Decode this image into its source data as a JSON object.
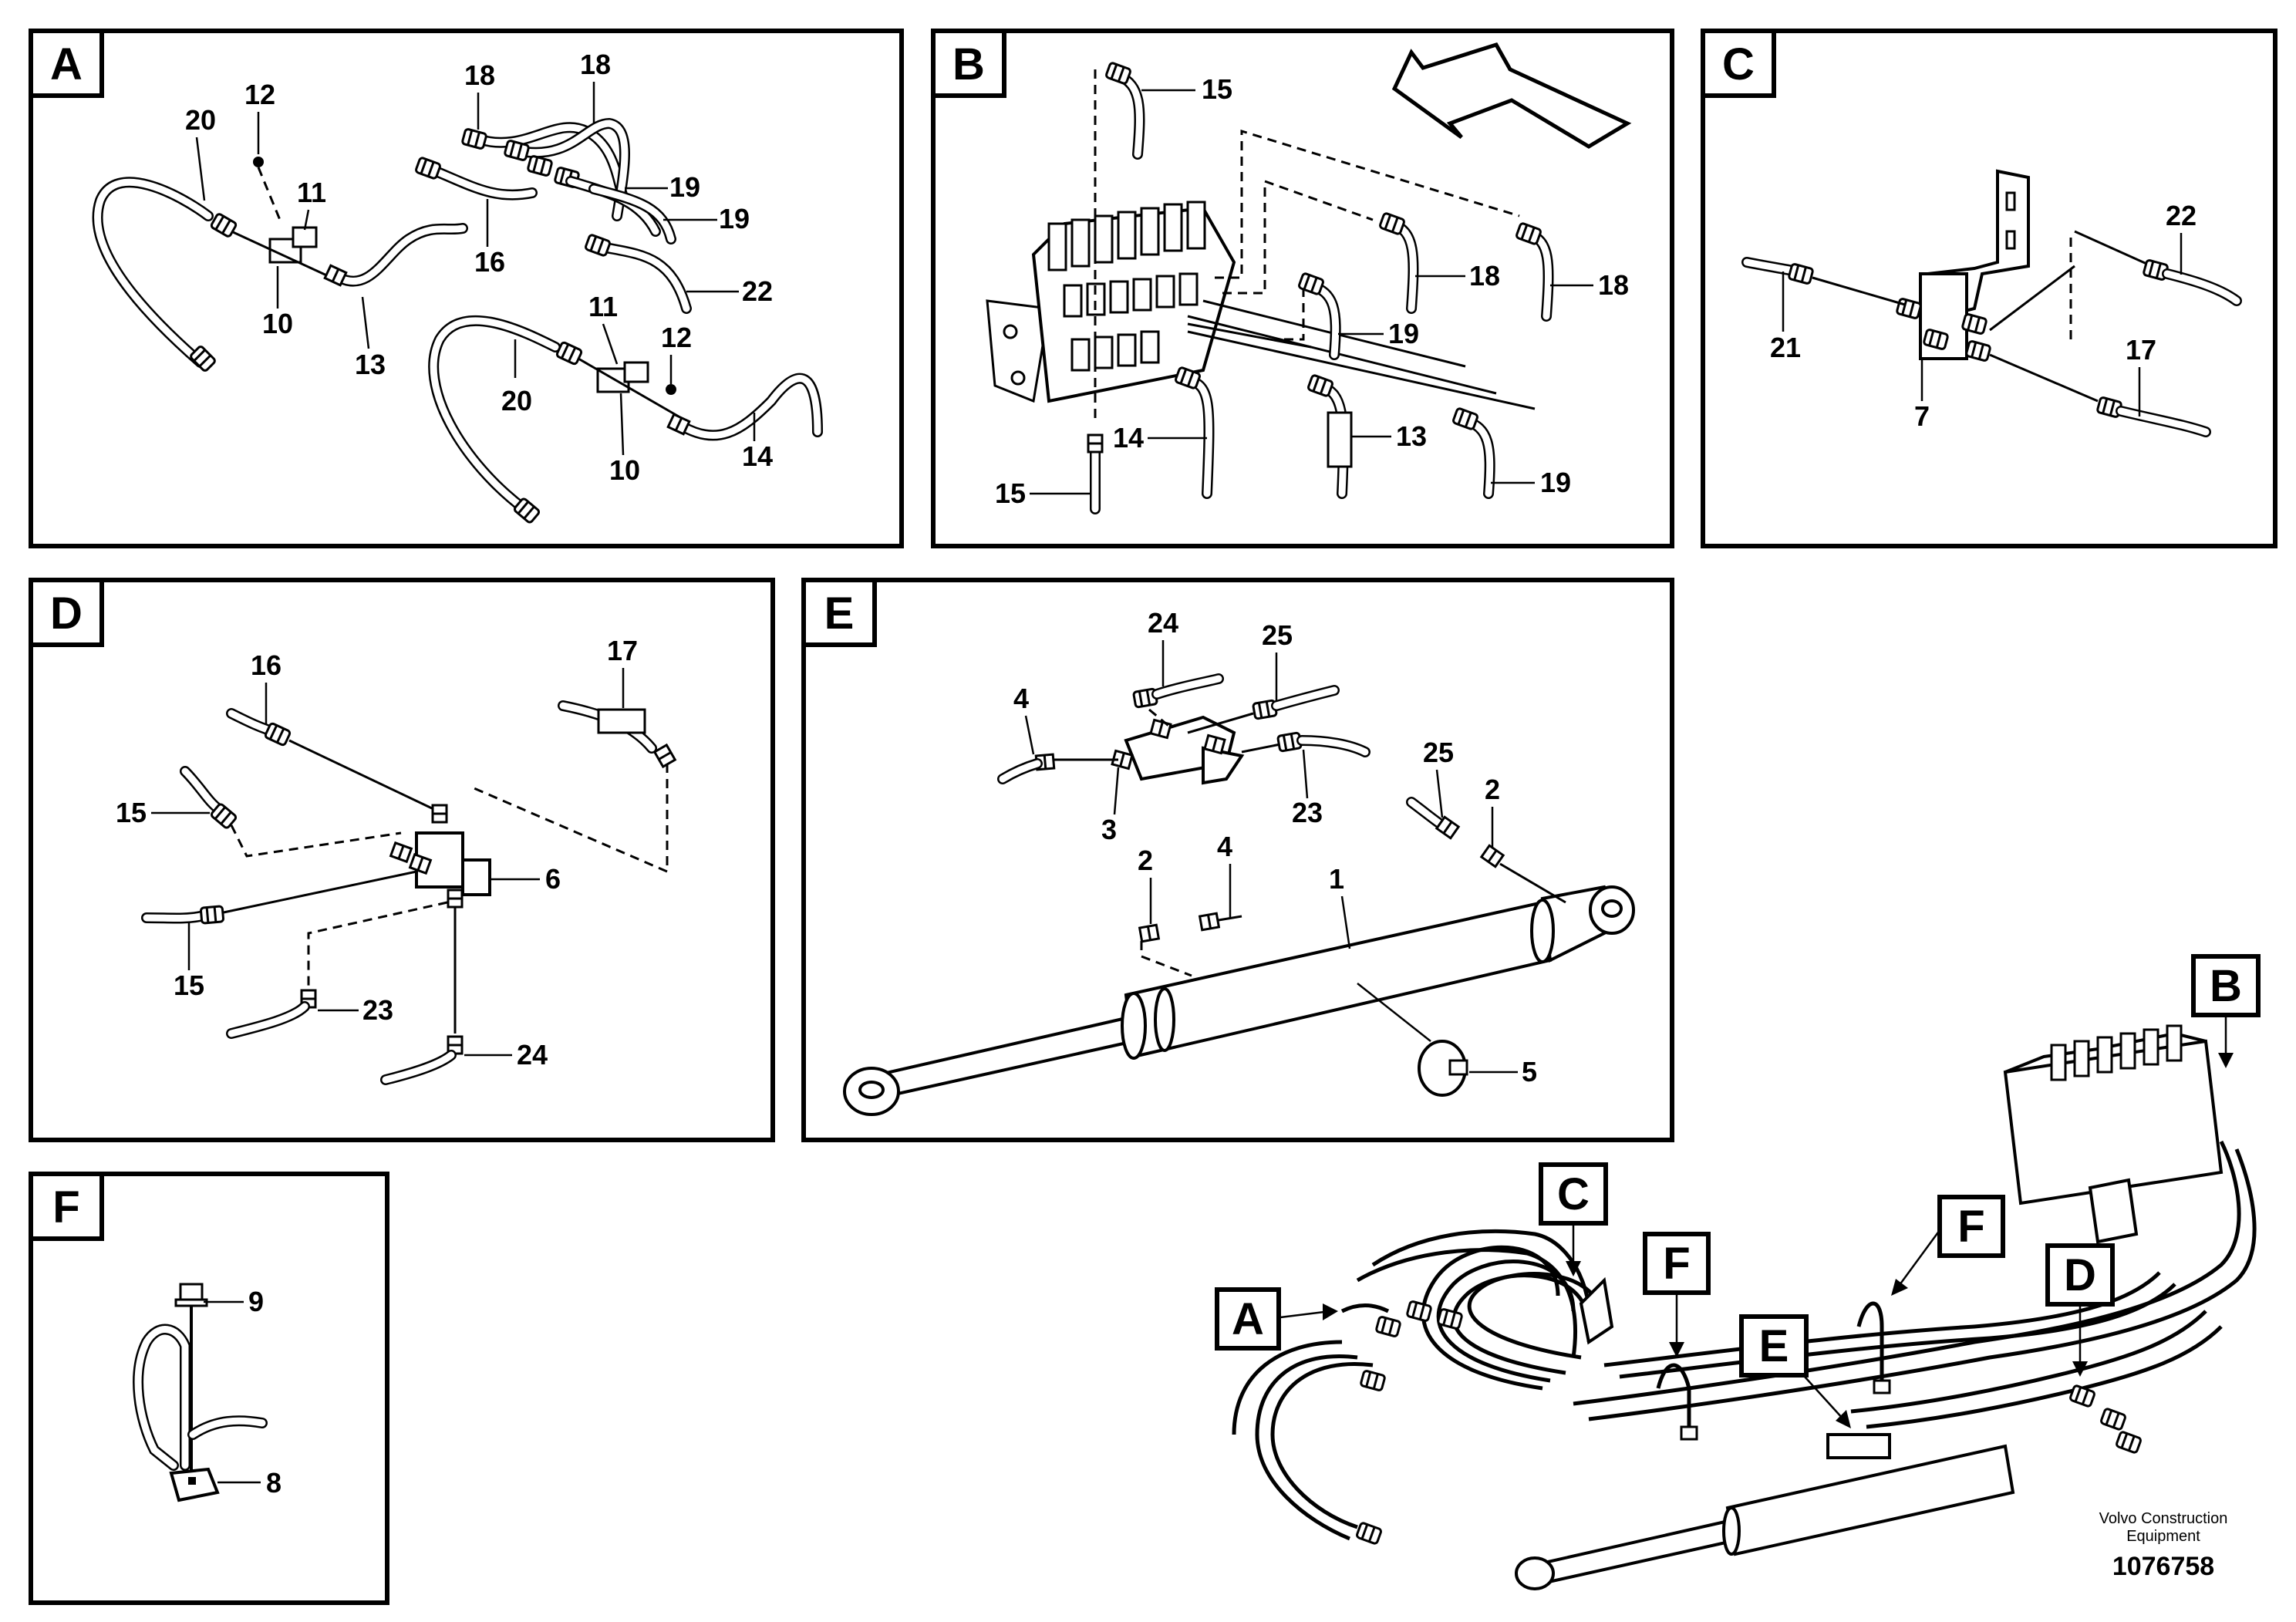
{
  "panels": {
    "A": {
      "letter": "A",
      "callouts": [
        "20",
        "12",
        "11",
        "10",
        "13",
        "18",
        "18",
        "19",
        "19",
        "16",
        "22",
        "11",
        "12",
        "20",
        "10",
        "14"
      ]
    },
    "B": {
      "letter": "B",
      "callouts": [
        "15",
        "18",
        "18",
        "19",
        "13",
        "14",
        "15",
        "19"
      ]
    },
    "C": {
      "letter": "C",
      "callouts": [
        "22",
        "21",
        "17",
        "7"
      ]
    },
    "D": {
      "letter": "D",
      "callouts": [
        "16",
        "17",
        "15",
        "6",
        "15",
        "23",
        "24"
      ]
    },
    "E": {
      "letter": "E",
      "callouts": [
        "24",
        "25",
        "4",
        "3",
        "23",
        "25",
        "2",
        "2",
        "4",
        "1",
        "5"
      ]
    },
    "F": {
      "letter": "F",
      "callouts": [
        "9",
        "8"
      ]
    }
  },
  "overview": {
    "labels": [
      "A",
      "C",
      "F",
      "F",
      "B",
      "D",
      "E"
    ]
  },
  "footer": {
    "brand_line1": "Volvo Construction",
    "brand_line2": "Equipment",
    "doc_number": "1076758"
  }
}
